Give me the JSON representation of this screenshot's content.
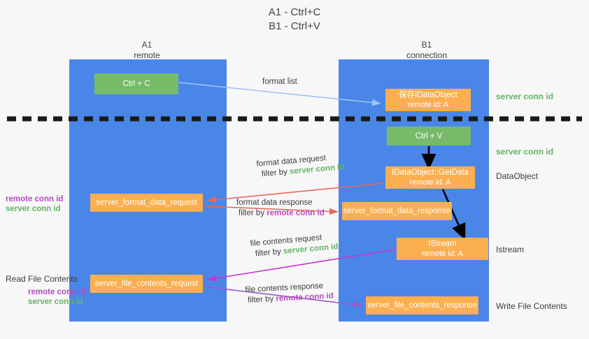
{
  "title": {
    "line1": "A1 - Ctrl+C",
    "line2": "B1 - Ctrl+V"
  },
  "columns": [
    {
      "name": "A1",
      "sub": "remote"
    },
    {
      "name": "B1",
      "sub": "connection"
    }
  ],
  "nodes": {
    "ctrl_c": {
      "label": "Ctrl + C",
      "color": "#77bb6a"
    },
    "save_dataobj": {
      "line1": "保存IDataObject",
      "line2": "remote id: A",
      "color": "#fbaf50"
    },
    "ctrl_v": {
      "label": "Ctrl + V",
      "color": "#77bb6a"
    },
    "getdata": {
      "line1": "IDataObject::GetData",
      "line2": "remote id: A",
      "color": "#fbaf50"
    },
    "format_data_request": {
      "label": "server_format_data_request",
      "color": "#fbaf50"
    },
    "format_data_response": {
      "label": "server_format_data_response",
      "color": "#fbaf50"
    },
    "istream": {
      "line1": "IStream",
      "line2": "remote id: A",
      "color": "#fbaf50"
    },
    "file_contents_request": {
      "label": "server_file_contents_request",
      "color": "#fbaf50"
    },
    "file_contents_response": {
      "label": "server_file_contents_response",
      "color": "#fbaf50"
    }
  },
  "edge_labels": {
    "format_list": "format list",
    "format_data_request": {
      "line1": "format data request",
      "filter_prefix": "filter by ",
      "filter_value": "server conn id"
    },
    "format_data_response": {
      "line1": "format data response",
      "filter_prefix": "filter by ",
      "filter_value": "remote conn id"
    },
    "file_contents_request": {
      "line1": "file contents request",
      "filter_prefix": "filter by ",
      "filter_value": "server conn id"
    },
    "file_contents_response": {
      "line1": "file contents response",
      "filter_prefix": "filter by ",
      "filter_value": "remote conn id"
    }
  },
  "side_labels": {
    "server_conn_id_top": "server conn id",
    "server_conn_id_mid": "server conn id",
    "dataobject": "DataObject",
    "istream": "Istream",
    "write_file_contents": "Write File Contents"
  },
  "left_labels": {
    "read_file_contents": "Read File Contents",
    "stack_upper": {
      "remote": "remote conn id",
      "server": "server conn id"
    },
    "stack_lower": {
      "remote": "remote conn id",
      "server": "server conn id"
    }
  },
  "colors": {
    "lane": "#4a86e8",
    "green_box": "#77bb6a",
    "orange_box": "#fbaf50",
    "green_text": "#63b463",
    "purple_text": "#b44bbf",
    "arrow_blue": "#9fc5f8",
    "arrow_red": "#e8685f",
    "arrow_magenta": "#cc33cc",
    "arrow_purple": "#9b59c7",
    "arrow_black": "#000000",
    "background": "#f7f7f7"
  }
}
